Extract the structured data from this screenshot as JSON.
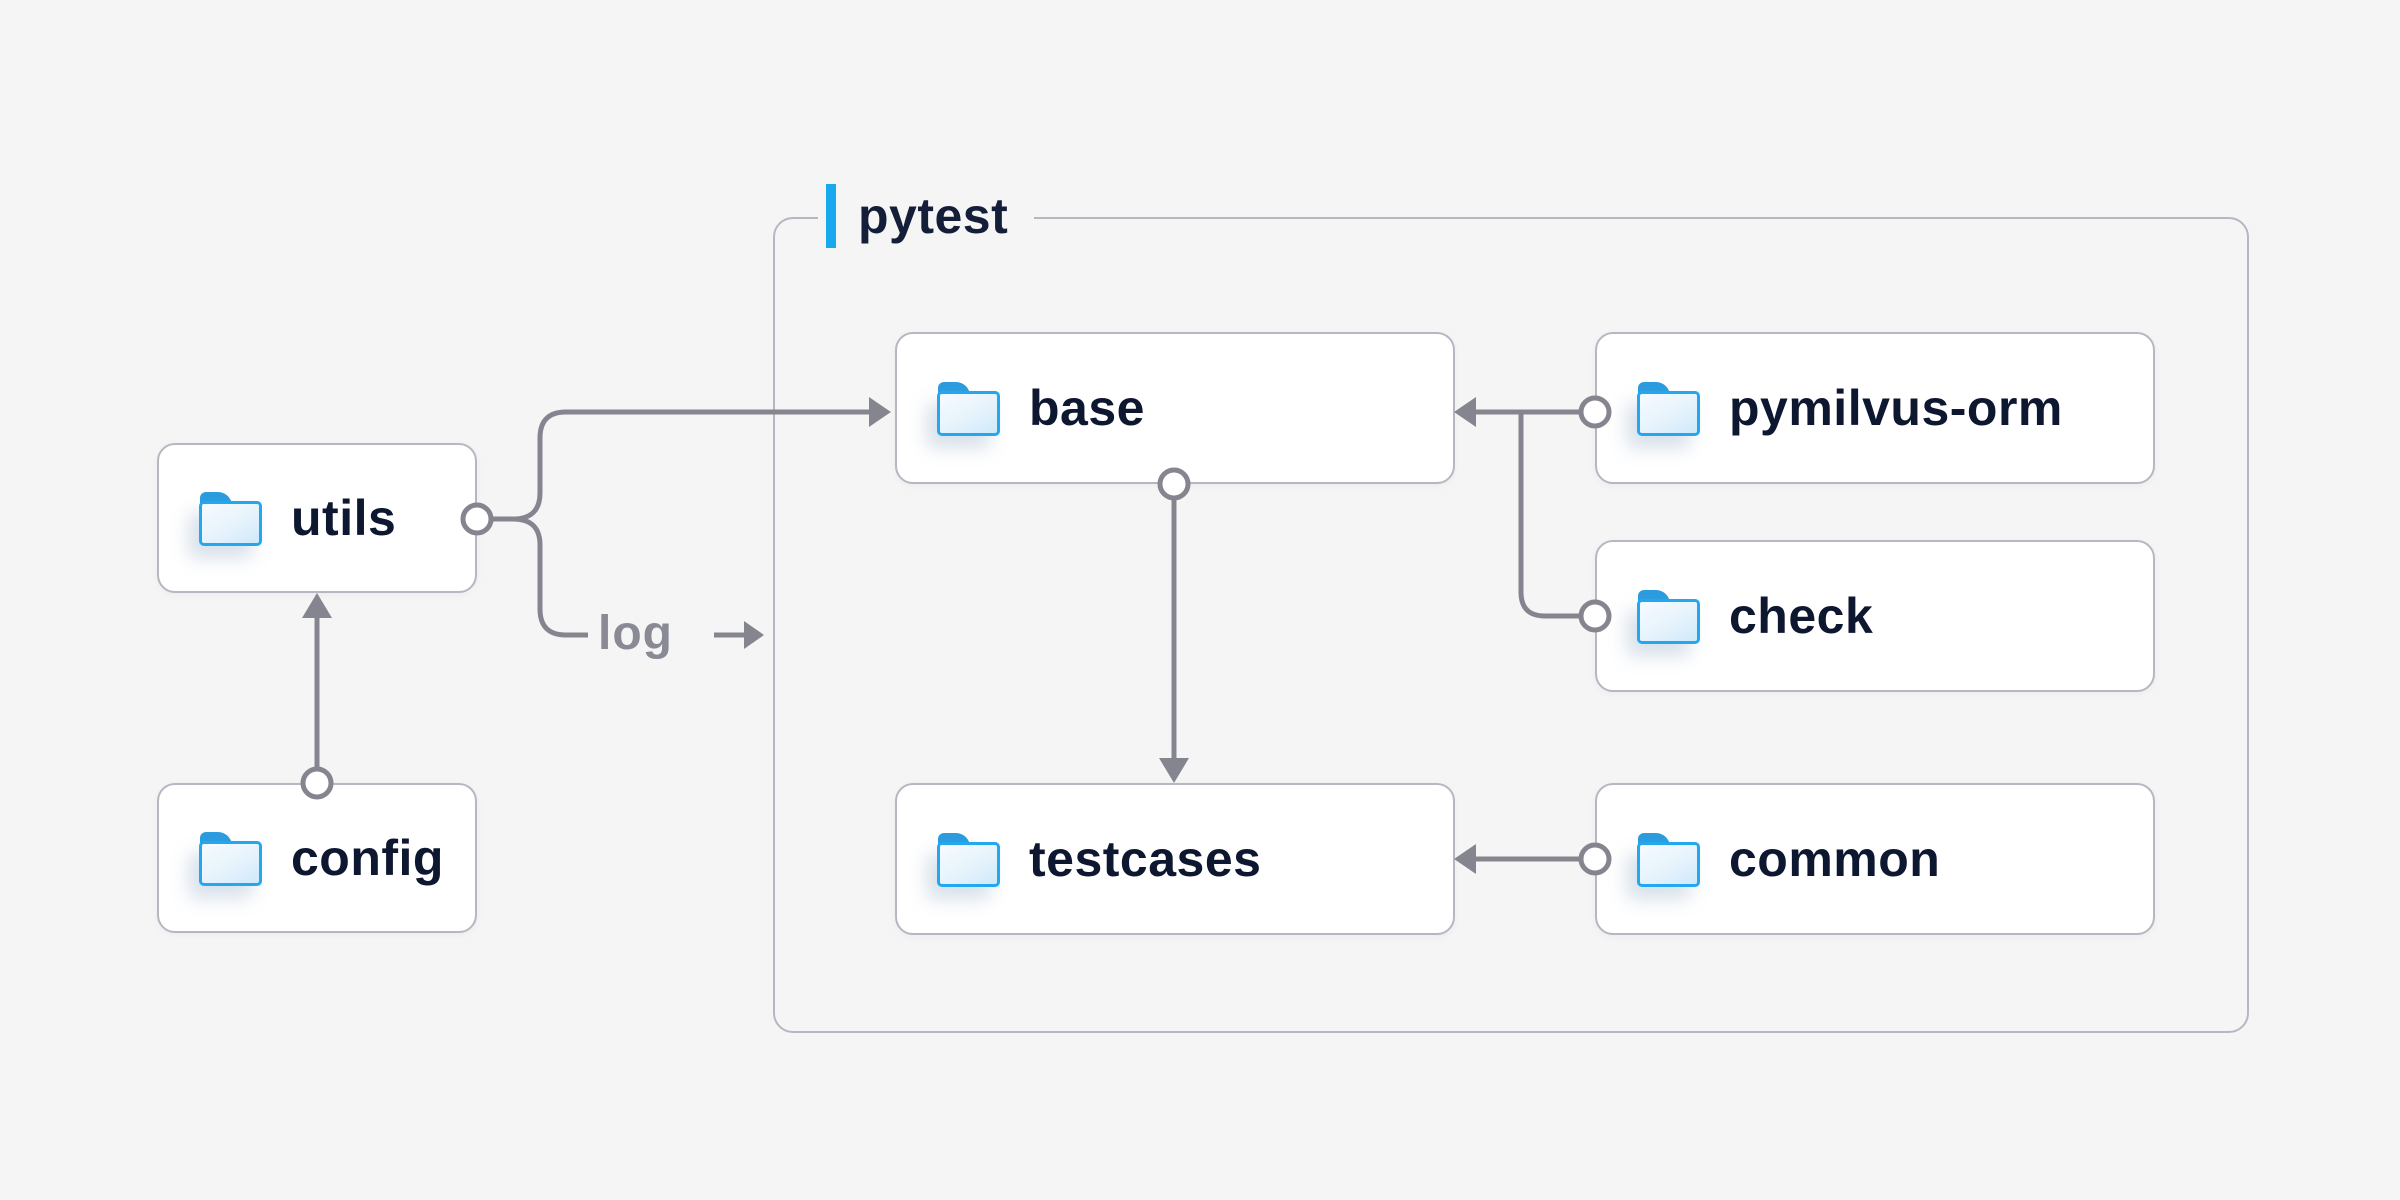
{
  "page": {
    "background": "#f5f5f6"
  },
  "diagram": {
    "group": {
      "label": "pytest",
      "accent_color": "#18a8ee"
    },
    "edge_label": "log",
    "colors": {
      "line": "#85858f",
      "box_border": "#b7b7c2",
      "node_text": "#0d1730",
      "muted_text": "#8a8a95",
      "folder_stroke": "#23a7ef",
      "folder_tab": "#2b9ddf"
    },
    "nodes": [
      {
        "id": "utils",
        "label": "utils"
      },
      {
        "id": "config",
        "label": "config"
      },
      {
        "id": "base",
        "label": "base"
      },
      {
        "id": "pymilvus_orm",
        "label": "pymilvus-orm"
      },
      {
        "id": "check",
        "label": "check"
      },
      {
        "id": "testcases",
        "label": "testcases"
      },
      {
        "id": "common",
        "label": "common"
      }
    ],
    "edges": [
      {
        "from": "config",
        "to": "utils"
      },
      {
        "from": "utils",
        "to": "base"
      },
      {
        "from": "utils",
        "to": "log"
      },
      {
        "from": "base",
        "to": "testcases"
      },
      {
        "from": "pymilvus_orm",
        "to": "base"
      },
      {
        "from": "check",
        "to": "base"
      },
      {
        "from": "common",
        "to": "testcases"
      }
    ]
  }
}
